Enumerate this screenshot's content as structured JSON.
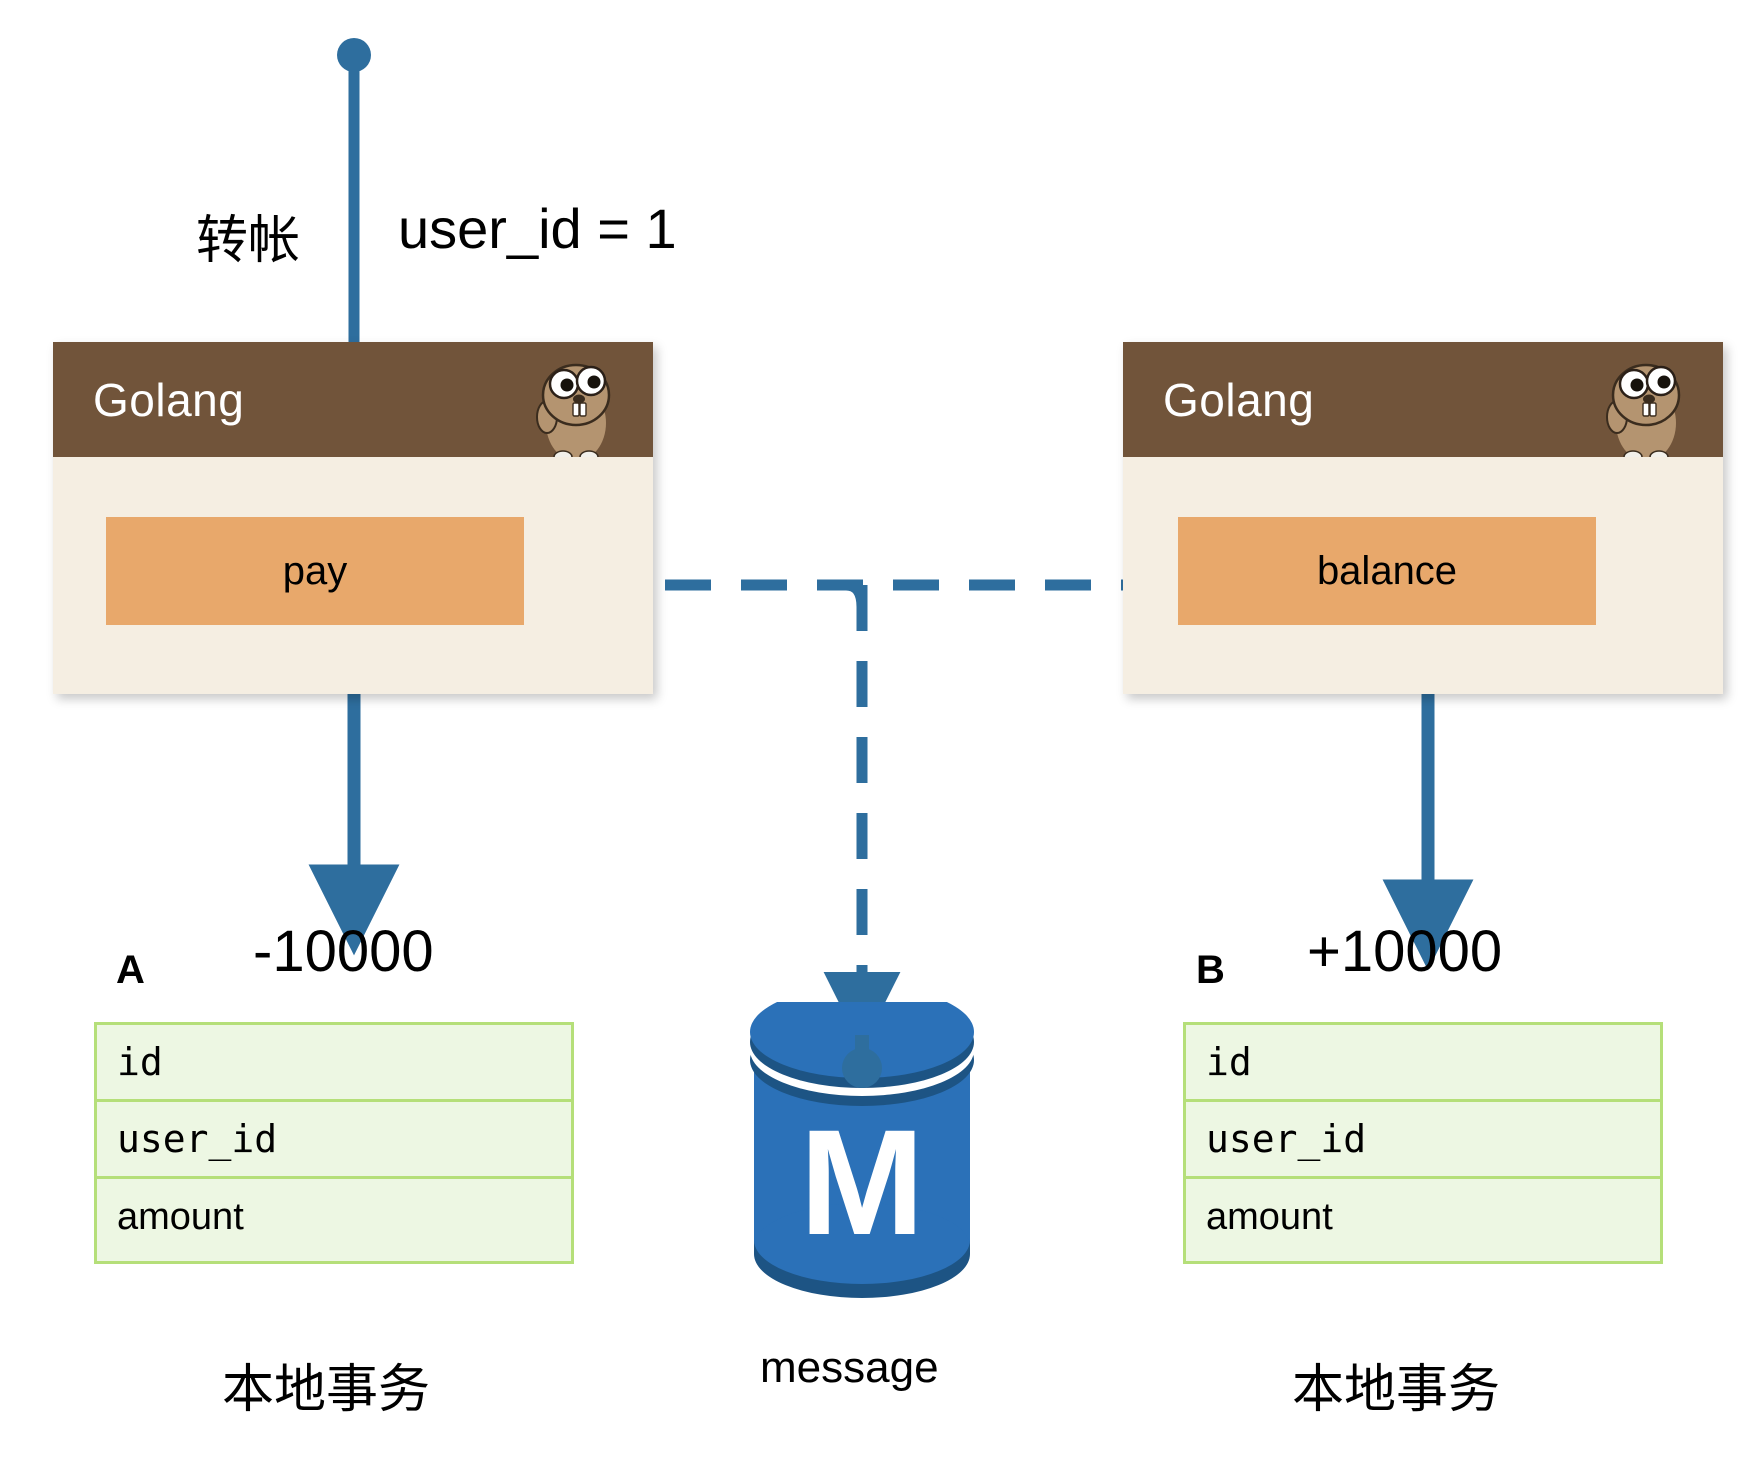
{
  "diagram": {
    "title": "Golang distributed transaction via message queue",
    "colors": {
      "arrow_blue": "#2e6e9e",
      "card_header_brown": "#71543a",
      "card_body_cream": "#f5eee2",
      "function_orange": "#e8a86b",
      "table_border_green": "#b5df79",
      "table_fill_green": "#edf7e3",
      "mq_blue": "#2b71b8"
    },
    "left_service": {
      "header_label": "Golang",
      "function_label": "pay",
      "mascot": "go-gopher-icon"
    },
    "right_service": {
      "header_label": "Golang",
      "function_label": "balance",
      "mascot": "go-gopher-icon"
    },
    "annotations": {
      "transfer_label": "转帐",
      "user_id_label": "user_id = 1",
      "debit_amount": "-10000",
      "credit_amount": "+10000",
      "node_a": "A",
      "node_b": "B",
      "queue_label": "message",
      "local_tx_left": "本地事务",
      "local_tx_right": "本地事务",
      "queue_letter": "M"
    },
    "table_a": {
      "rows": [
        "id",
        "user_id",
        "amount"
      ]
    },
    "table_b": {
      "rows": [
        "id",
        "user_id",
        "amount"
      ]
    }
  }
}
